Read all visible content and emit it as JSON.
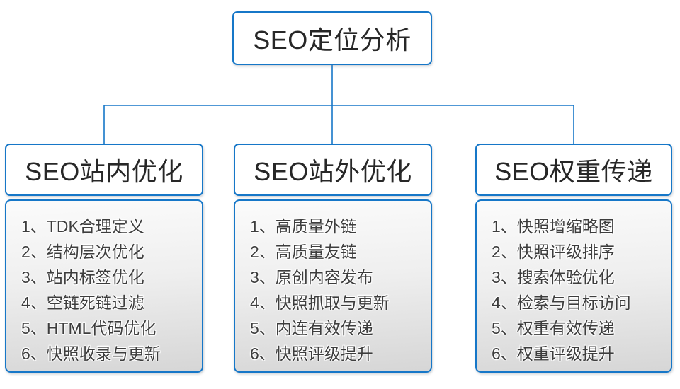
{
  "colors": {
    "accent": "#1677C8",
    "panel-top": "#fbfbfb",
    "panel-bottom": "#d6d6d6",
    "title-text": "#272727",
    "item-text": "#3d3d3d"
  },
  "root": {
    "title": "SEO定位分析"
  },
  "branches": [
    {
      "title": "SEO站内优化",
      "items": [
        "1、TDK合理定义",
        "2、结构层次优化",
        "3、站内标签优化",
        "4、空链死链过滤",
        "5、HTML代码优化",
        "6、快照收录与更新"
      ]
    },
    {
      "title": "SEO站外优化",
      "items": [
        "1、高质量外链",
        "2、高质量友链",
        "3、原创内容发布",
        "4、快照抓取与更新",
        "5、内连有效传递",
        "6、快照评级提升"
      ]
    },
    {
      "title": "SEO权重传递",
      "items": [
        "1、快照增缩略图",
        "2、快照评级排序",
        "3、搜索体验优化",
        "4、检索与目标访问",
        "5、权重有效传递",
        "6、权重评级提升"
      ]
    }
  ]
}
